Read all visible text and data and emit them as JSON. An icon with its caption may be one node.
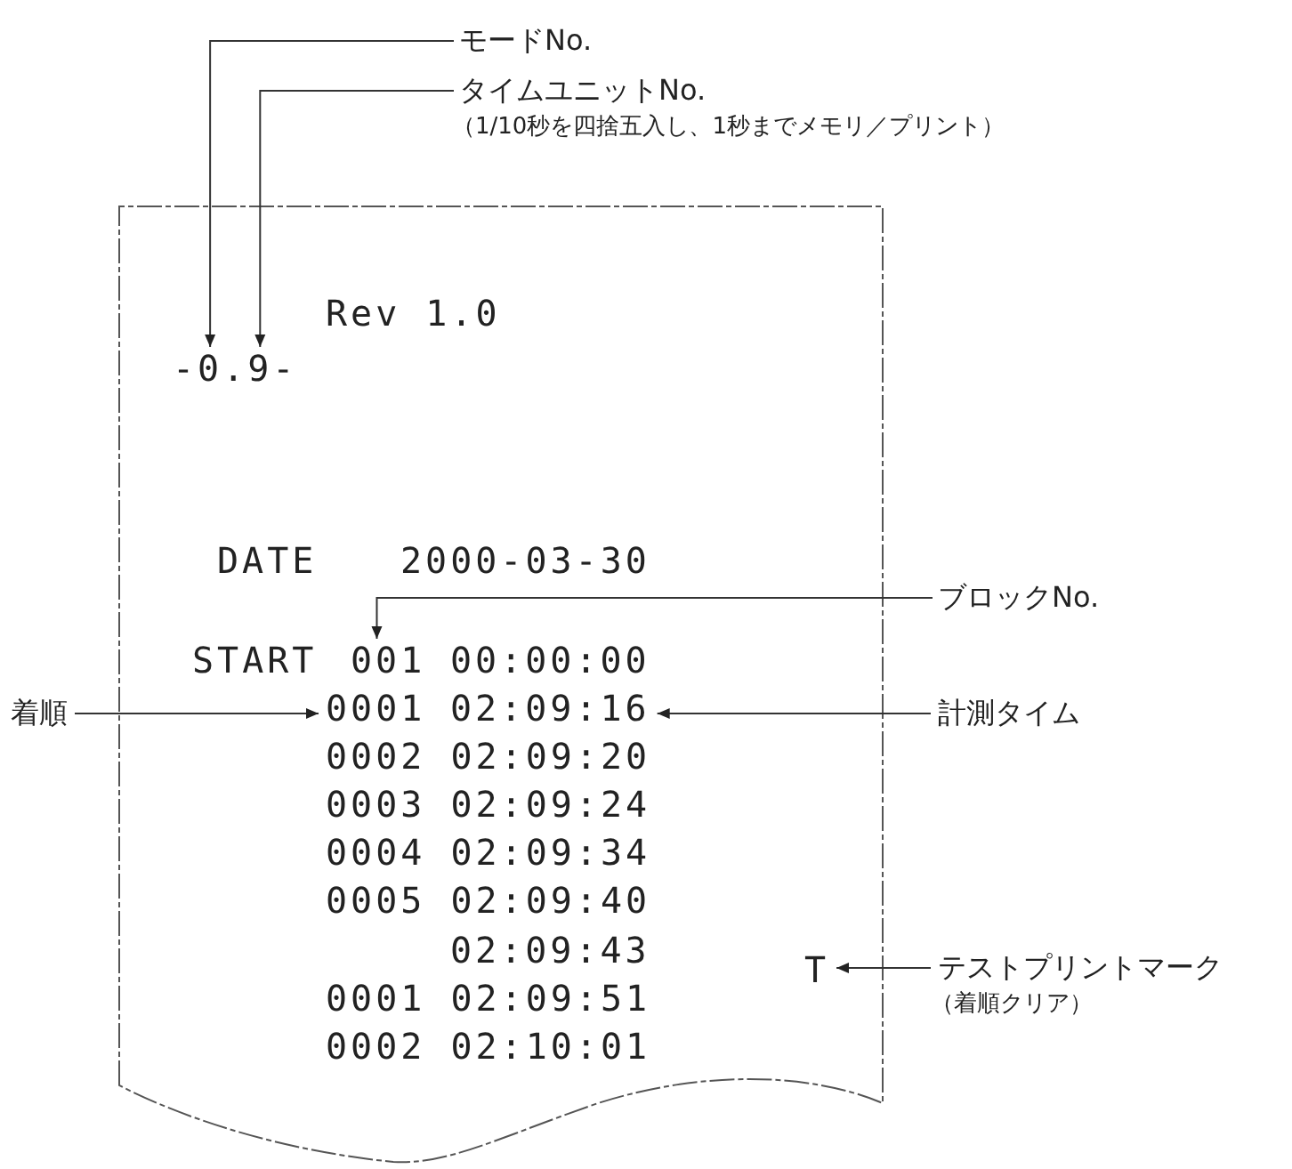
{
  "diagram": {
    "nodes": [
      {
        "text": [
          "モードNo."
        ]
      },
      {
        "text": [
          "タイムユニットNo.",
          "（1/10秒を四捨五入し、1秒までメモリ／プリント）"
        ]
      },
      {
        "text": [
          "Rev 1.0",
          "DATE",
          "2000-03-30",
          "START",
          "00:00:00",
          "0002 02:09:20",
          "0003 02:09:24",
          "0004 02:09:34",
          "0005 02:09:40",
          "02:09:43",
          "0001 02:09:51",
          "0002 02:10:01"
        ]
      },
      {
        "text": [
          "-0.9-"
        ],
        "in": 2
      },
      {
        "text": [
          "ブロックNo."
        ]
      },
      {
        "text": [
          "001"
        ],
        "in": 2
      },
      {
        "text": [
          "着順"
        ]
      },
      {
        "text": [
          "0001"
        ],
        "in": 2
      },
      {
        "text": [
          "02:09:16"
        ],
        "in": 2
      },
      {
        "text": [
          "計測タイム"
        ]
      },
      {
        "text": [
          "T"
        ],
        "in": 2
      },
      {
        "text": [
          "テストプリントマーク",
          "（着順クリア）"
        ]
      }
    ],
    "edges": [
      {
        "from": 0,
        "to": 3,
        "arrow": "to"
      },
      {
        "from": 1,
        "to": 3,
        "arrow": "to"
      },
      {
        "from": 4,
        "to": 5,
        "arrow": "to"
      },
      {
        "from": 6,
        "to": 7,
        "arrow": "to"
      },
      {
        "from": 9,
        "to": 8,
        "arrow": "to"
      },
      {
        "from": 11,
        "to": 10,
        "arrow": "to"
      }
    ]
  }
}
